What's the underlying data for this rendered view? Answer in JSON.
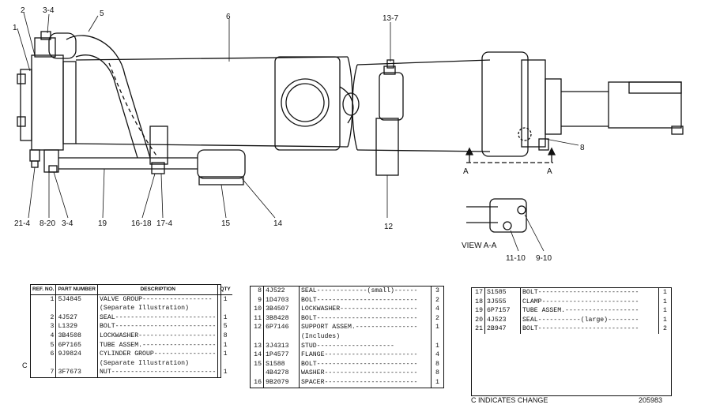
{
  "callouts": {
    "c1": "1",
    "c2": "2",
    "c3_4_top": "3-4",
    "c5": "5",
    "c6": "6",
    "c13_7": "13-7",
    "c8": "8",
    "cA_left": "A",
    "cA_right": "A",
    "c21_4": "21-4",
    "c8_20": "8-20",
    "c3_4_bottom": "3-4",
    "c19": "19",
    "c16_18": "16-18",
    "c17_4": "17-4",
    "c15": "15",
    "c14": "14",
    "c12": "12",
    "view_label": "VIEW A-A",
    "c11_10": "11-10",
    "c9_10": "9-10"
  },
  "table1": {
    "headers": {
      "ref": "REF. NO.",
      "part": "PART NUMBER",
      "desc": "DESCRIPTION",
      "qty": "QTY"
    },
    "rows": [
      {
        "ref": "1",
        "part": "5J4845",
        "desc": "VALVE GROUP------------------",
        "qty": "1"
      },
      {
        "ref": "",
        "part": "",
        "desc": "(Separate Illustration)",
        "qty": ""
      },
      {
        "ref": "2",
        "part": "4J527",
        "desc": "SEAL--------------------------",
        "qty": "1"
      },
      {
        "ref": "3",
        "part": "L1329",
        "desc": "BOLT--------------------------",
        "qty": "5"
      },
      {
        "ref": "4",
        "part": "3B4508",
        "desc": "LOCKWASHER--------------------",
        "qty": "8"
      },
      {
        "ref": "5",
        "part": "6P7165",
        "desc": "TUBE ASSEM.-------------------",
        "qty": "1"
      },
      {
        "ref": "6",
        "part": "9J9824",
        "desc": "CYLINDER GROUP----------------",
        "qty": "1"
      },
      {
        "ref": "",
        "part": "",
        "desc": "(Separate Illustration)",
        "qty": ""
      },
      {
        "ref": "7",
        "part": "3F7673",
        "desc": "NUT---------------------------",
        "qty": "1"
      }
    ],
    "change_mark": "C"
  },
  "table2": {
    "rows": [
      {
        "ref": "8",
        "part": "4J522",
        "desc": "SEAL-------------(small)------",
        "qty": "3"
      },
      {
        "ref": "9",
        "part": "1D4703",
        "desc": "BOLT--------------------------",
        "qty": "2"
      },
      {
        "ref": "10",
        "part": "3B4507",
        "desc": "LOCKWASHER--------------------",
        "qty": "4"
      },
      {
        "ref": "11",
        "part": "3B8428",
        "desc": "BOLT--------------------------",
        "qty": "2"
      },
      {
        "ref": "12",
        "part": "6P7146",
        "desc": "SUPPORT ASSEM.----------------",
        "qty": "1"
      },
      {
        "ref": "",
        "part": "",
        "desc": "(Includes)",
        "qty": ""
      },
      {
        "ref": "13",
        "part": "3J4313",
        "desc": "STUD--------------------",
        "qty": "1"
      },
      {
        "ref": "14",
        "part": "1P4577",
        "desc": "FLANGE------------------------",
        "qty": "4"
      },
      {
        "ref": "15",
        "part": "S1588",
        "desc": "BOLT--------------------------",
        "qty": "8"
      },
      {
        "ref": "",
        "part": "4B4278",
        "desc": "WASHER------------------------",
        "qty": "8"
      },
      {
        "ref": "16",
        "part": "9B2079",
        "desc": "SPACER------------------------",
        "qty": "1"
      }
    ]
  },
  "table3": {
    "rows": [
      {
        "ref": "17",
        "part": "S1585",
        "desc": "BOLT--------------------------",
        "qty": "1"
      },
      {
        "ref": "18",
        "part": "3J555",
        "desc": "CLAMP-------------------------",
        "qty": "1"
      },
      {
        "ref": "19",
        "part": "6P7157",
        "desc": "TUBE ASSEM.-------------------",
        "qty": "1"
      },
      {
        "ref": "20",
        "part": "4J523",
        "desc": "SEAL-----------(large)--------",
        "qty": "1"
      },
      {
        "ref": "21",
        "part": "2B947",
        "desc": "BOLT--------------------------",
        "qty": "2"
      }
    ]
  },
  "footer": {
    "change_note": "C INDICATES CHANGE",
    "illustration_no": "205983"
  }
}
